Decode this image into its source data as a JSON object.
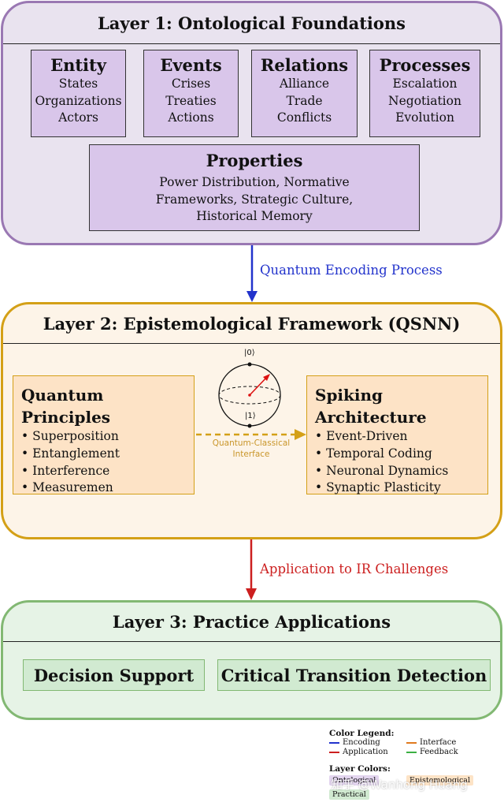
{
  "layer1": {
    "title": "Layer 1: Ontological Foundations",
    "boxes": [
      {
        "title": "Entity",
        "items": [
          "States",
          "Organizations",
          "Actors"
        ]
      },
      {
        "title": "Events",
        "items": [
          "Crises",
          "Treaties",
          "Actions"
        ]
      },
      {
        "title": "Relations",
        "items": [
          "Alliance",
          "Trade",
          "Conflicts"
        ]
      },
      {
        "title": "Processes",
        "items": [
          "Escalation",
          "Negotiation",
          "Evolution"
        ]
      }
    ],
    "properties": {
      "title": "Properties",
      "lines": [
        "Power Distribution, Normative",
        "Frameworks, Strategic Culture,",
        "Historical Memory"
      ]
    }
  },
  "arrow1": {
    "label": "Quantum Encoding Process",
    "color": "#2233cc"
  },
  "layer2": {
    "title": "Layer 2: Epistemological Framework (QSNN)",
    "quantum": {
      "title": "Quantum Principles",
      "items": [
        "• Superposition",
        "• Entanglement",
        "• Interference",
        "• Measuremen"
      ]
    },
    "spiking": {
      "title": "Spiking Architecture",
      "items": [
        "• Event-Driven",
        "• Temporal Coding",
        "• Neuronal Dynamics",
        "• Synaptic Plasticity"
      ]
    },
    "bloch": {
      "top_label": "|0⟩",
      "bottom_label": "|1⟩"
    },
    "interface": {
      "label_line1": "Quantum-Classical",
      "label_line2": "Interface"
    }
  },
  "arrow2": {
    "label": "Application to IR Challenges",
    "color": "#cc1f1f"
  },
  "layer3": {
    "title": "Layer 3:  Practice Applications",
    "boxes": [
      "Decision Support",
      "Critical Transition Detection"
    ]
  },
  "legend": {
    "title": "Color Legend:",
    "items": [
      {
        "label": "Encoding",
        "color": "#2233cc"
      },
      {
        "label": "Interface",
        "color": "#e07a1f"
      },
      {
        "label": "Application",
        "color": "#cc1f1f"
      },
      {
        "label": "Feedback",
        "color": "#3cb043"
      }
    ],
    "layer_colors_title": "Layer Colors:",
    "chips": [
      {
        "label": "Ontological",
        "color": "#e3d5ef"
      },
      {
        "label": "Epistemological",
        "color": "#fde3c6"
      },
      {
        "label": "Practical",
        "color": "#d1ead1"
      }
    ]
  },
  "watermark": "知乎 @Wanhong Huang"
}
